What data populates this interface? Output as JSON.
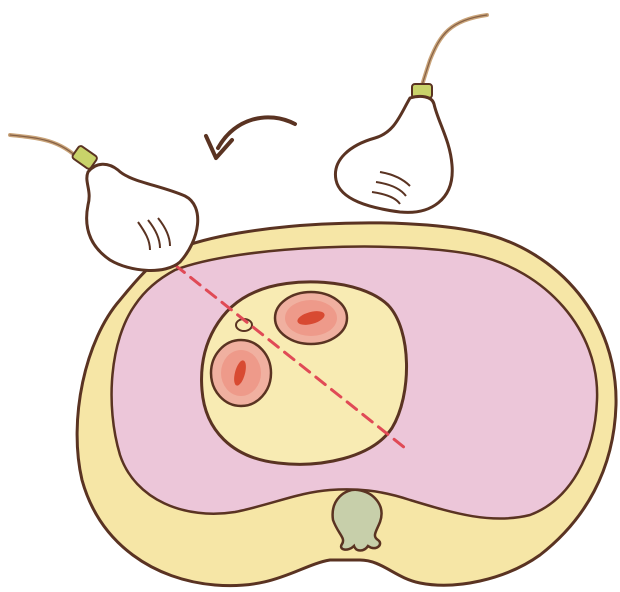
{
  "illustration": {
    "subject": "cross-section-with-ultrasound-probes",
    "colors": {
      "outline": "#5a3322",
      "body_fill": "#f6e6a6",
      "inner_cavity": "#ecc6d9",
      "center_organ": "#f8ebb3",
      "vessel_outer": "#ee9a8a",
      "vessel_inner": "#d84a32",
      "spine": "#c7cfaa",
      "probe_body": "#ffffff",
      "probe_collar": "#c9d36a",
      "cable": "#c9a47a",
      "scan_line": "#e04a56",
      "rotate_arrow": "#5a3322"
    },
    "elements": {
      "probe_left": "ultrasound-probe",
      "probe_right": "ultrasound-probe",
      "rotate_arrow": "curved-arrow-icon",
      "scan_line": "dashed-scan-line"
    }
  }
}
